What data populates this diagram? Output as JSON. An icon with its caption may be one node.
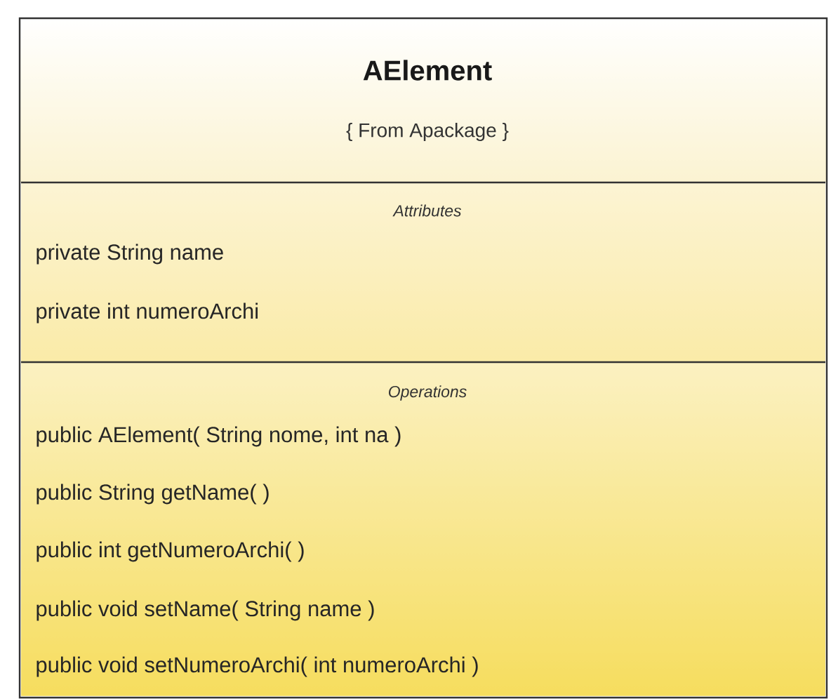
{
  "diagram": {
    "nodes": [
      {
        "text": [
          "AElement",
          "{ From Apackage }"
        ]
      },
      {
        "text": [
          "Attributes",
          "private String name",
          "private int numeroArchi"
        ],
        "in": 0
      },
      {
        "text": [
          "Operations",
          "public AElement( String nome, int na )",
          "public String  getName(  )",
          "public int  getNumeroArchi(  )",
          "public void  setName( String name )",
          "public void  setNumeroArchi( int numeroArchi )"
        ],
        "in": 0
      }
    ]
  }
}
